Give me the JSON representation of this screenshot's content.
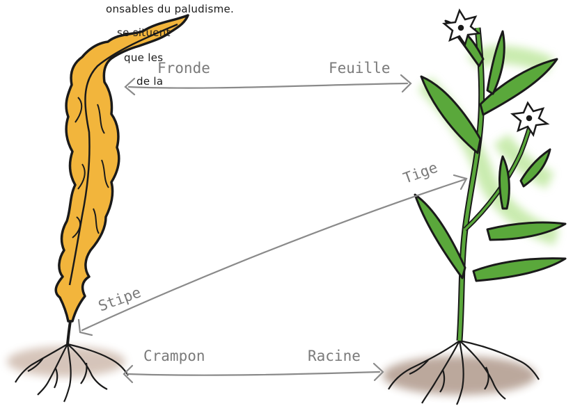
{
  "text_fragment": {
    "lines": [
      "onsables du paludisme.",
      "se situent",
      "que les",
      "de la"
    ]
  },
  "labels": {
    "fronde": "Fronde",
    "feuille": "Feuille",
    "tige": "Tige",
    "stipe": "Stipe",
    "crampon": "Crampon",
    "racine": "Racine"
  },
  "colors": {
    "algae_fill": "#f2b53c",
    "algae_outline": "#1a1a1a",
    "plant_fill": "#5aa83b",
    "plant_glow": "#9fdc6e",
    "roots": "#5b3a24",
    "arrow": "#8a8a8a",
    "label": "#7a7a7a"
  }
}
